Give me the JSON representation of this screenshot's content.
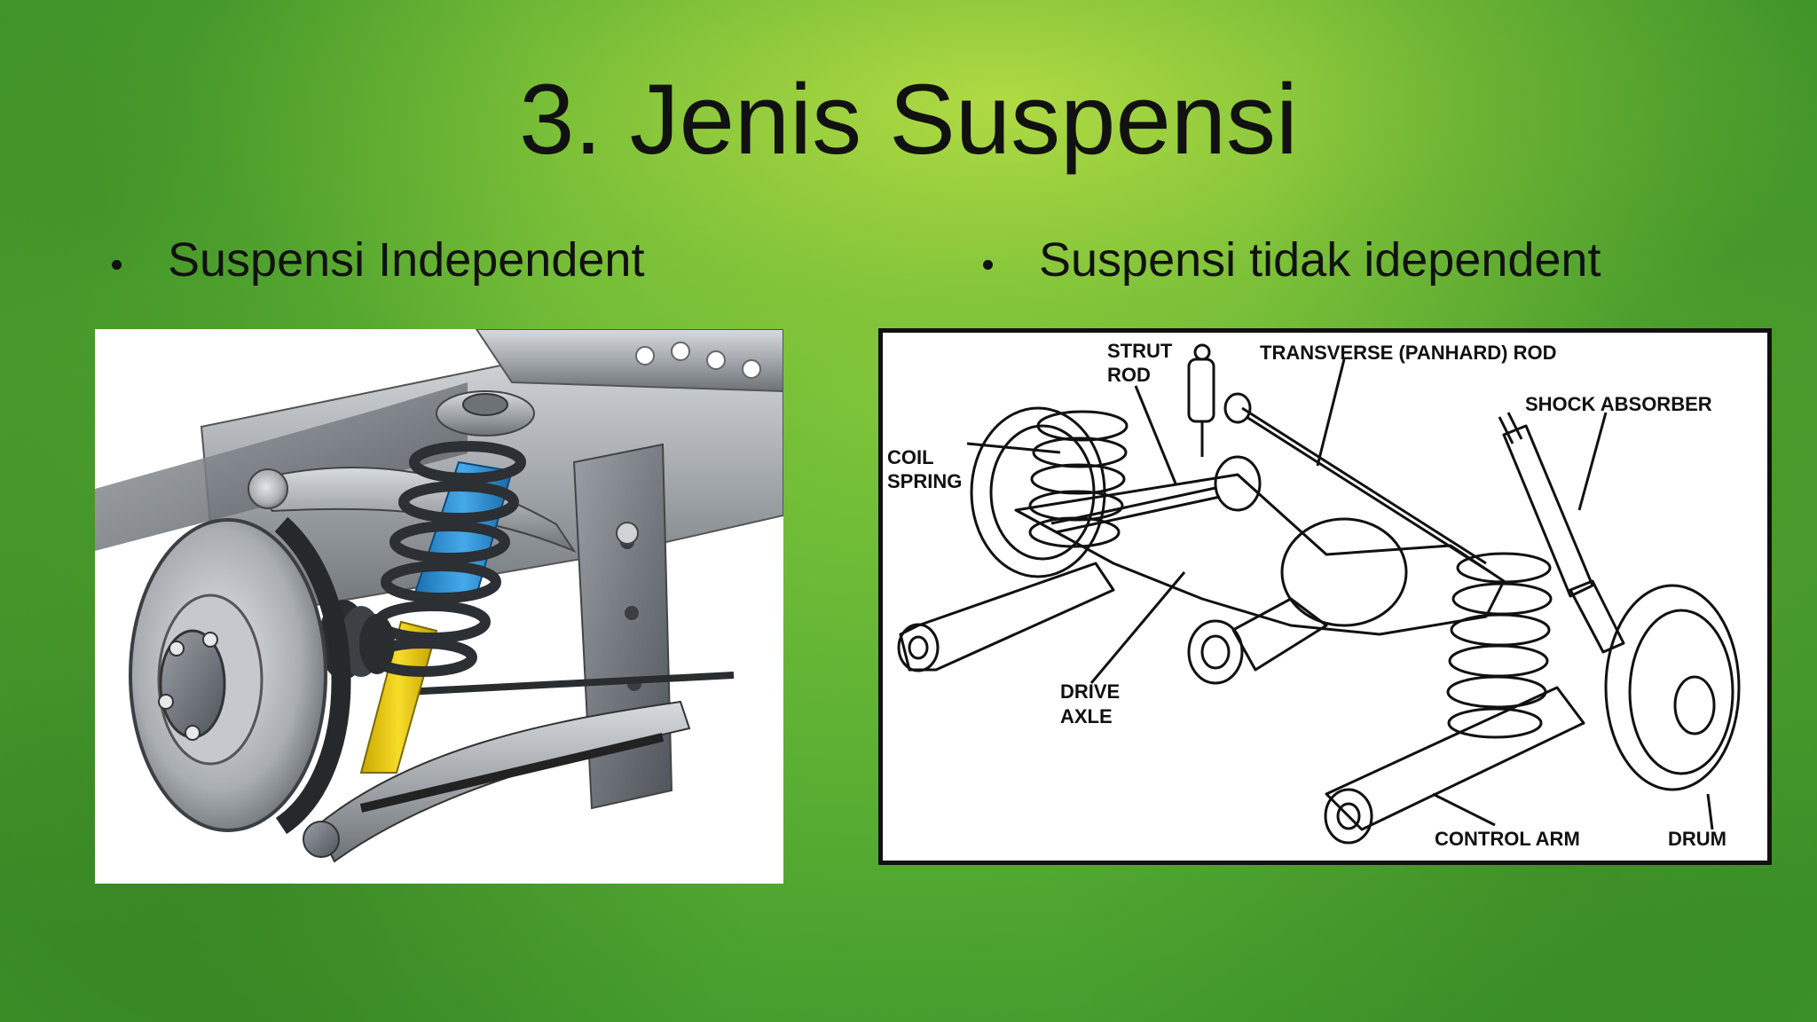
{
  "slide": {
    "title": "3. Jenis Suspensi",
    "bullets": [
      {
        "text": "Suspensi Independent"
      },
      {
        "text": "Suspensi tidak idependent"
      }
    ]
  },
  "diagram": {
    "labels": {
      "strut_rod_1": "STRUT",
      "strut_rod_2": "ROD",
      "transverse_rod": "TRANSVERSE (PANHARD) ROD",
      "coil_spring_1": "COIL",
      "coil_spring_2": "SPRING",
      "shock_absorber": "SHOCK ABSORBER",
      "drive_axle_1": "DRIVE",
      "drive_axle_2": "AXLE",
      "control_arm": "CONTROL ARM",
      "drum": "DRUM"
    }
  },
  "colors": {
    "spring_blue": "#2e8fd6",
    "shock_yellow": "#f2cf1a",
    "metal_gray": "#a7acb1"
  }
}
